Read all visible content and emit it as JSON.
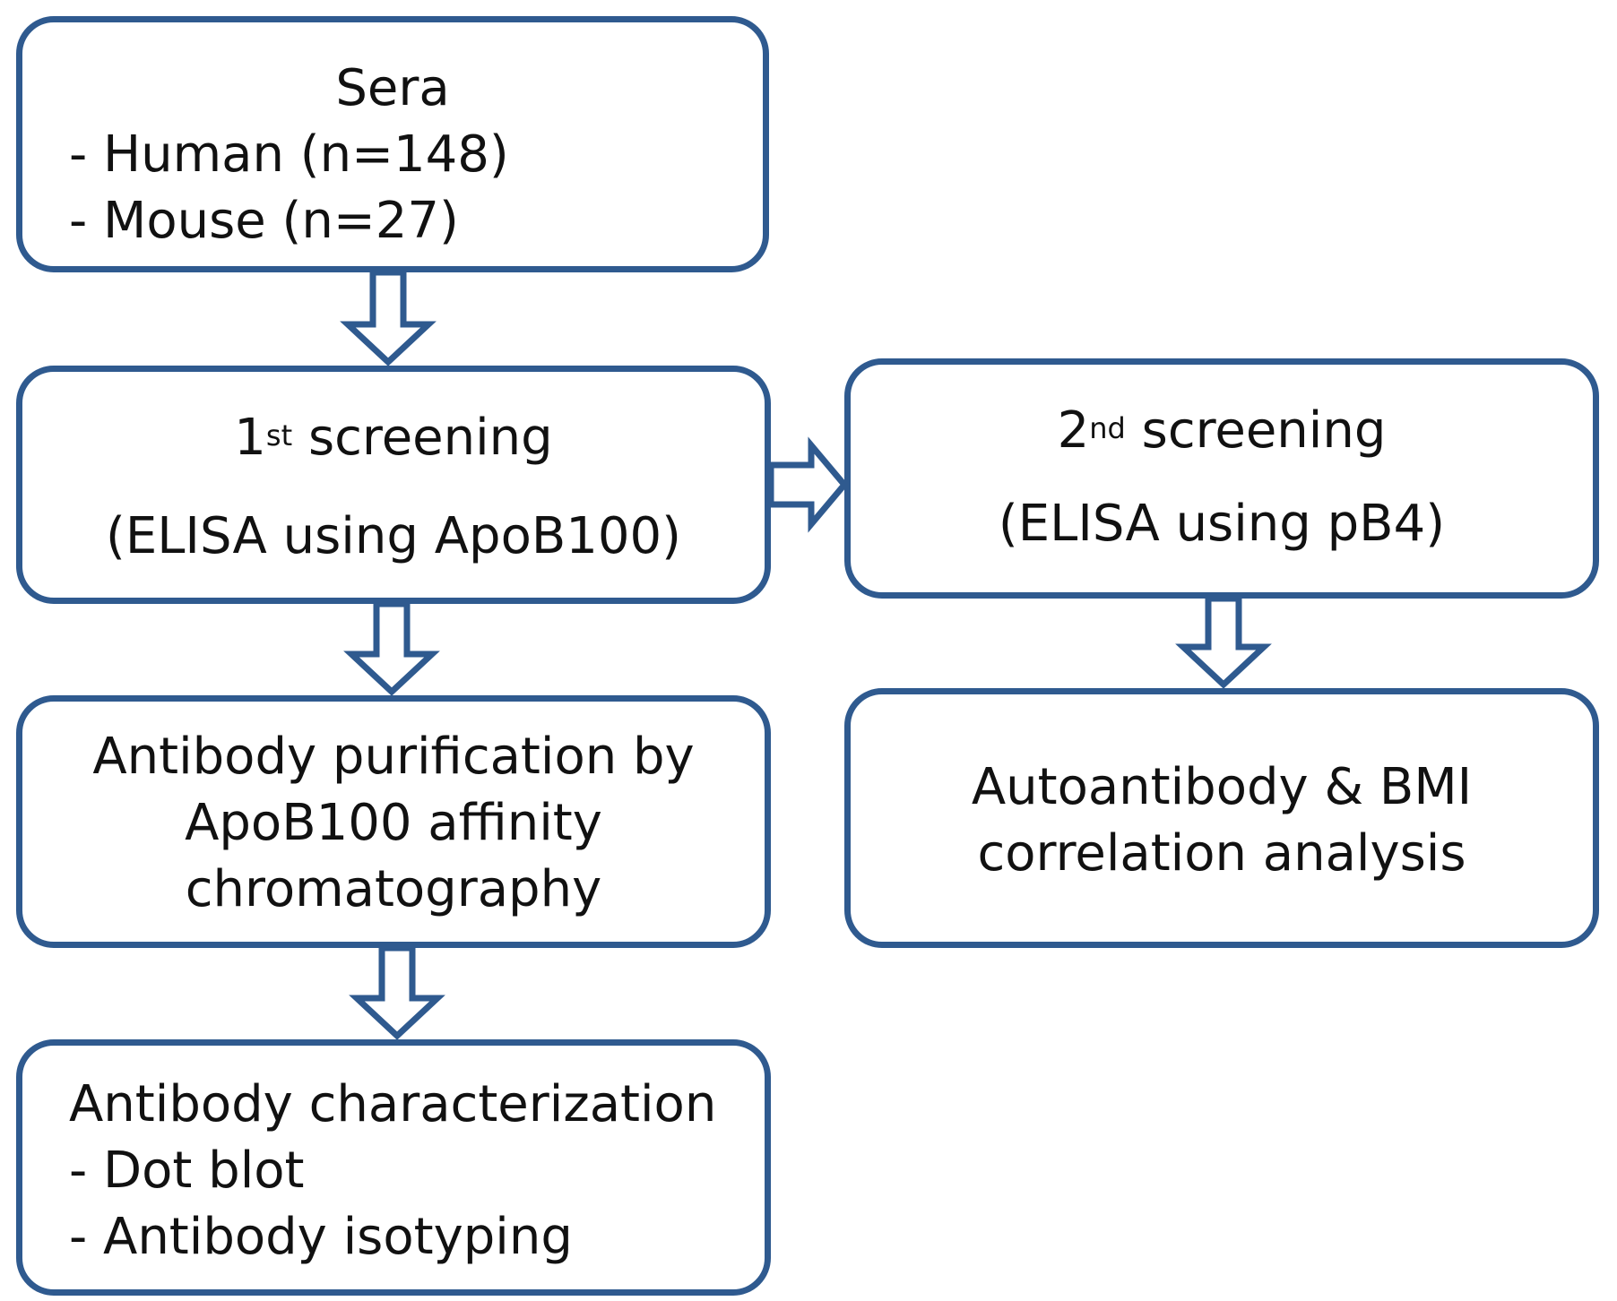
{
  "boxes": {
    "sera": {
      "title": "Sera",
      "items": [
        "- Human (n=148)",
        "- Mouse (n=27)"
      ]
    },
    "screening1": {
      "number": "1",
      "suffix": "st",
      "word": "screening",
      "subtitle": "(ELISA using ApoB100)"
    },
    "screening2": {
      "number": "2",
      "suffix": "nd",
      "word": "screening",
      "subtitle": "(ELISA using pB4)"
    },
    "purification": {
      "lines": [
        "Antibody purification by",
        "ApoB100 affinity",
        "chromatography"
      ]
    },
    "correlation": {
      "lines": [
        "Autoantibody & BMI",
        "correlation analysis"
      ]
    },
    "characterization": {
      "title": "Antibody characterization",
      "items": [
        "- Dot blot",
        "- Antibody isotyping"
      ]
    }
  },
  "colors": {
    "border": "#2f5a8f",
    "text": "#111111",
    "background": "#ffffff"
  }
}
